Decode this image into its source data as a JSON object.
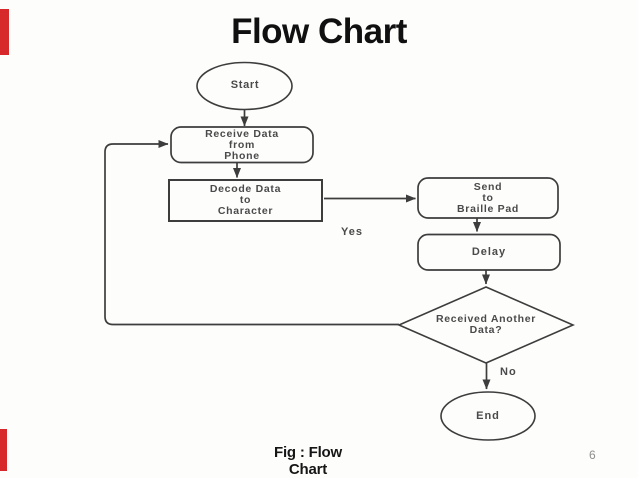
{
  "slide": {
    "title": "Flow Chart",
    "caption": "Fig : Flow Chart",
    "page_number": "6"
  },
  "flowchart": {
    "nodes": {
      "start": {
        "shape": "ellipse",
        "label": "Start"
      },
      "receive": {
        "shape": "rounded-rect",
        "lines": [
          "Receive Data",
          "from",
          "Phone"
        ]
      },
      "decode": {
        "shape": "rect",
        "lines": [
          "Decode Data",
          "to",
          "Character"
        ]
      },
      "send": {
        "shape": "rounded-rect",
        "lines": [
          "Send",
          "to",
          "Braille Pad"
        ]
      },
      "delay": {
        "shape": "rounded-rect",
        "label": "Delay"
      },
      "decision": {
        "shape": "diamond",
        "lines": [
          "Received Another",
          "Data?"
        ]
      },
      "end": {
        "shape": "ellipse",
        "label": "End"
      }
    },
    "edge_labels": {
      "yes": "Yes",
      "no": "No"
    }
  },
  "colors": {
    "accent_red": "#d7282c",
    "line": "#3d3d3d",
    "label_text": "#4a4a4a",
    "page_number_gray": "#8f8f8f",
    "background": "#fdfdfc"
  }
}
